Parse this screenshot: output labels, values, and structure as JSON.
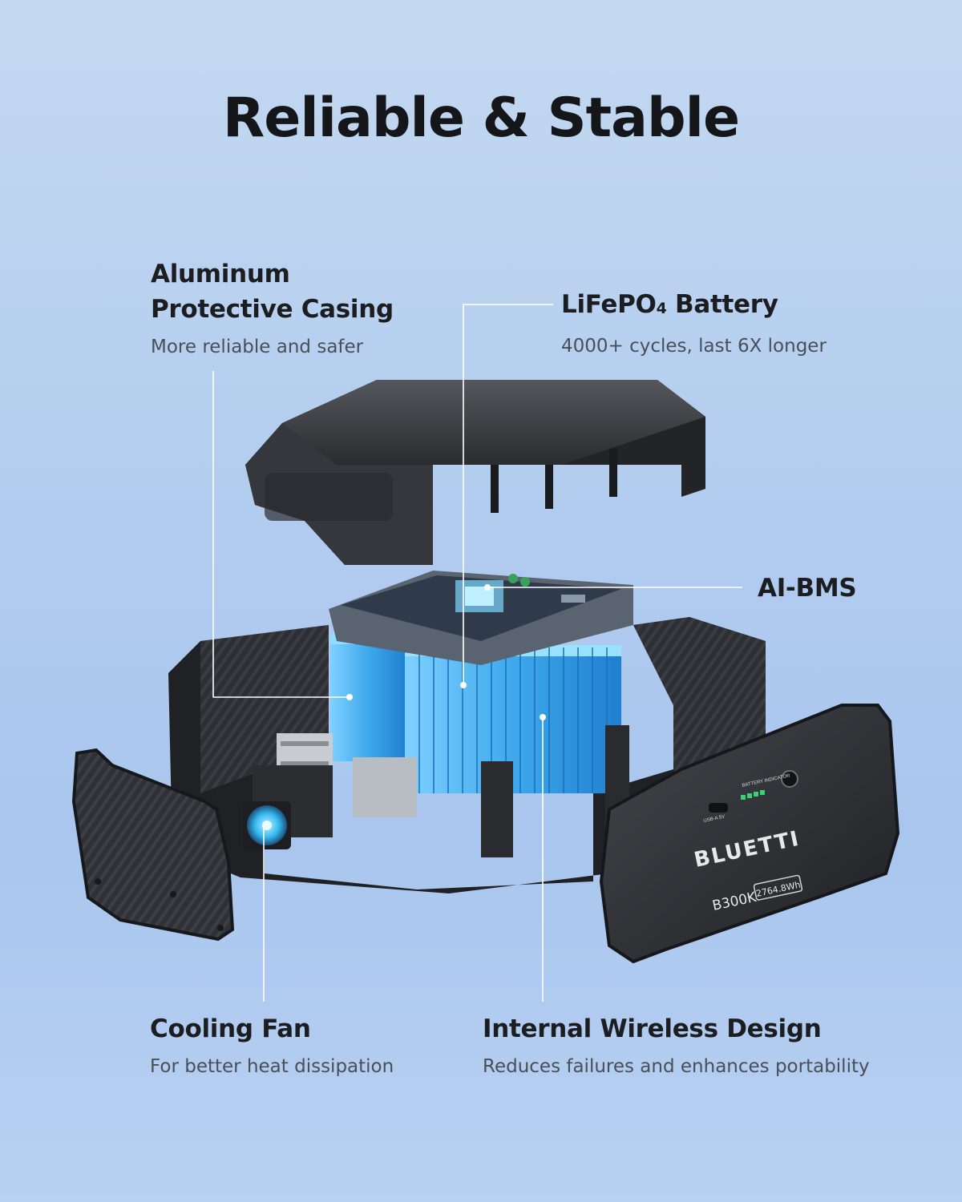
{
  "header": {
    "title": "Reliable & Stable"
  },
  "callouts": {
    "casing": {
      "title_line1": "Aluminum",
      "title_line2": "Protective Casing",
      "desc": "More reliable and safer"
    },
    "battery": {
      "title_prefix": "LiFePO",
      "title_sub": "4",
      "title_suffix": " Battery",
      "desc": "4000+ cycles, last 6X longer"
    },
    "bms": {
      "title": "AI-BMS"
    },
    "fan": {
      "title": "Cooling Fan",
      "desc": "For better heat dissipation"
    },
    "wireless": {
      "title": "Internal Wireless Design",
      "desc": "Reduces failures and enhances portability"
    }
  },
  "product": {
    "brand": "BLUETTI",
    "model": "B300K",
    "capacity": "2764.8Wh",
    "indicator_label": "BATTERY INDICATOR",
    "usb_label": "USB-A 5V"
  },
  "colors": {
    "cell_blue": "#3ea9ec",
    "casing_dark": "#2a2b2f",
    "background": "#b3cdef"
  }
}
